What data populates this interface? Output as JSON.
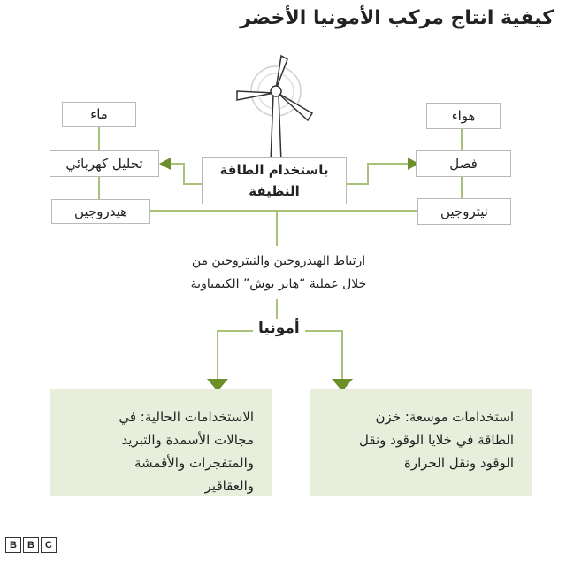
{
  "title": "كيفية انتاج مركب الأمونيا الأخضر",
  "left_boxes": {
    "water": "ماء",
    "electrolysis": "تحليل كهربائي",
    "hydrogen": "هيدروجين"
  },
  "right_boxes": {
    "air": "هواء",
    "separation": "فصل",
    "nitrogen": "نيتروجين"
  },
  "center": {
    "line1": "باستخدام الطاقة",
    "line2": "النظيفة"
  },
  "process": {
    "line1": "ارتباط الهيدروجين والنيتروجين من",
    "line2": "خلال عملية “هابر بوش” الكيمياوية"
  },
  "product": "أمونيا",
  "uses": {
    "current": {
      "line1": "الاستخدامات الحالية: في",
      "line2": "مجالات الأسمدة والتبريد",
      "line3": "والمتفجرات والأقمشة",
      "line4": "والعقاقير"
    },
    "expanded": {
      "line1": "استخدامات موسعة: خزن",
      "line2": "الطاقة في خلايا الوقود ونقل",
      "line3": "الوقود ونقل الحرارة"
    }
  },
  "logo": [
    "B",
    "B",
    "C"
  ],
  "colors": {
    "arrow_green": "#6b8f2a",
    "line_green": "#a8c27a",
    "use_bg": "#e7eedb",
    "box_border": "#b9b9b9"
  }
}
